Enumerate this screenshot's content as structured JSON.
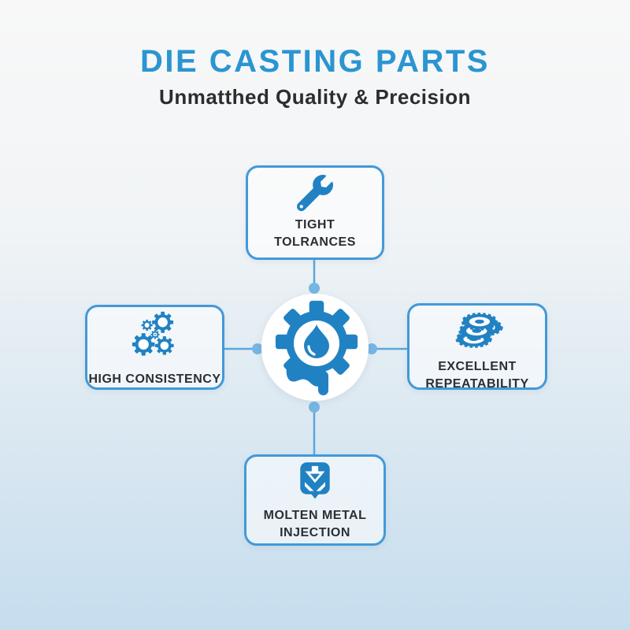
{
  "header": {
    "title": "DIE CASTING PARTS",
    "subtitle": "Unmatthed Quality & Precision"
  },
  "nodes": {
    "top": {
      "label": "TIGHT\nTOLRANCES",
      "icon": "wrench-icon"
    },
    "left": {
      "label": "HIGH CONSISTENCY",
      "icon": "gears-cluster-icon"
    },
    "right": {
      "label": "EXCELLENT\nREPEATABILITY",
      "icon": "stacked-gears-icon"
    },
    "bottom": {
      "label": "MOLTEN METAL\nINJECTION",
      "icon": "molten-injection-arrow-icon"
    }
  },
  "center": {
    "icon": "melting-gear-water-drop-icon"
  },
  "colors": {
    "accentBlue": "#2b95d1",
    "iconBlue": "#2182c3",
    "borderBlue": "#4399d8",
    "lineBlue": "#5aa7dc",
    "dotBlue": "#77b6e3",
    "subtitleDark": "#2d2d2d",
    "labelDark": "#2b2f34"
  }
}
